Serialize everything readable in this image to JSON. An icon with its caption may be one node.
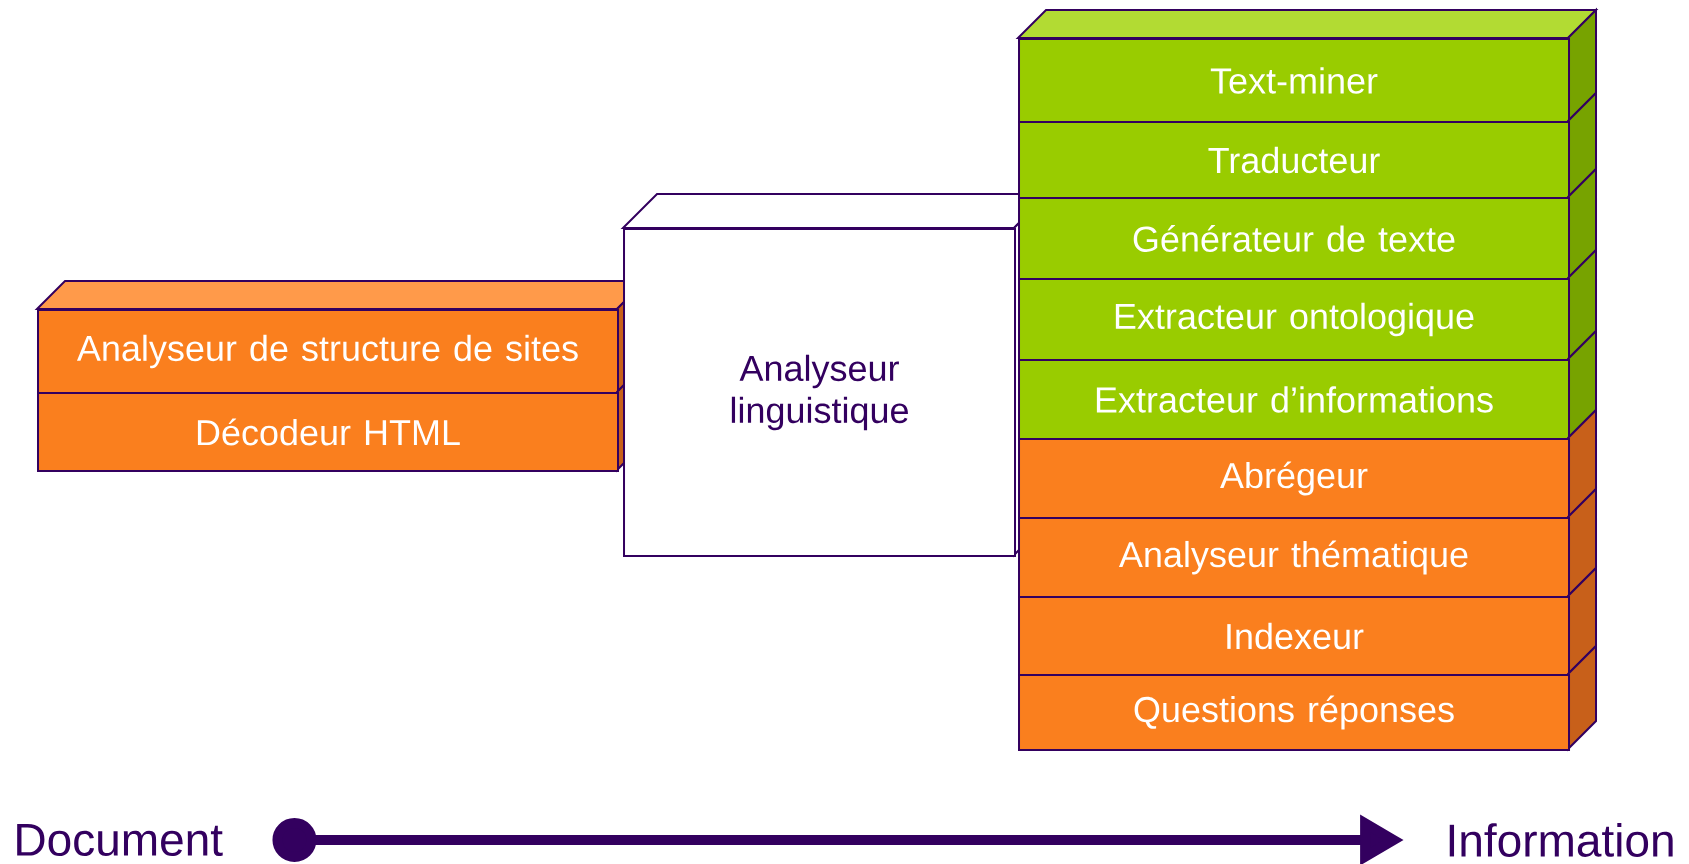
{
  "diagram": {
    "nodes": [
      {
        "text": [
          "Analyseur de structure de sites"
        ]
      },
      {
        "text": [
          "Décodeur HTML"
        ]
      },
      {
        "text": [
          "Analyseur linguistique"
        ]
      },
      {
        "text": [
          "Text-miner"
        ]
      },
      {
        "text": [
          "Traducteur"
        ]
      },
      {
        "text": [
          "Générateur de texte"
        ]
      },
      {
        "text": [
          "Extracteur ontologique"
        ]
      },
      {
        "text": [
          "Extracteur d’informations"
        ]
      },
      {
        "text": [
          "Abrégeur"
        ]
      },
      {
        "text": [
          "Analyseur thématique"
        ]
      },
      {
        "text": [
          "Indexeur"
        ]
      },
      {
        "text": [
          "Questions réponses"
        ]
      },
      {
        "text": [
          "Document"
        ]
      },
      {
        "text": [
          "Information"
        ]
      }
    ],
    "edges": [
      {
        "from": 12,
        "to": 13,
        "arrow": "to"
      }
    ]
  }
}
